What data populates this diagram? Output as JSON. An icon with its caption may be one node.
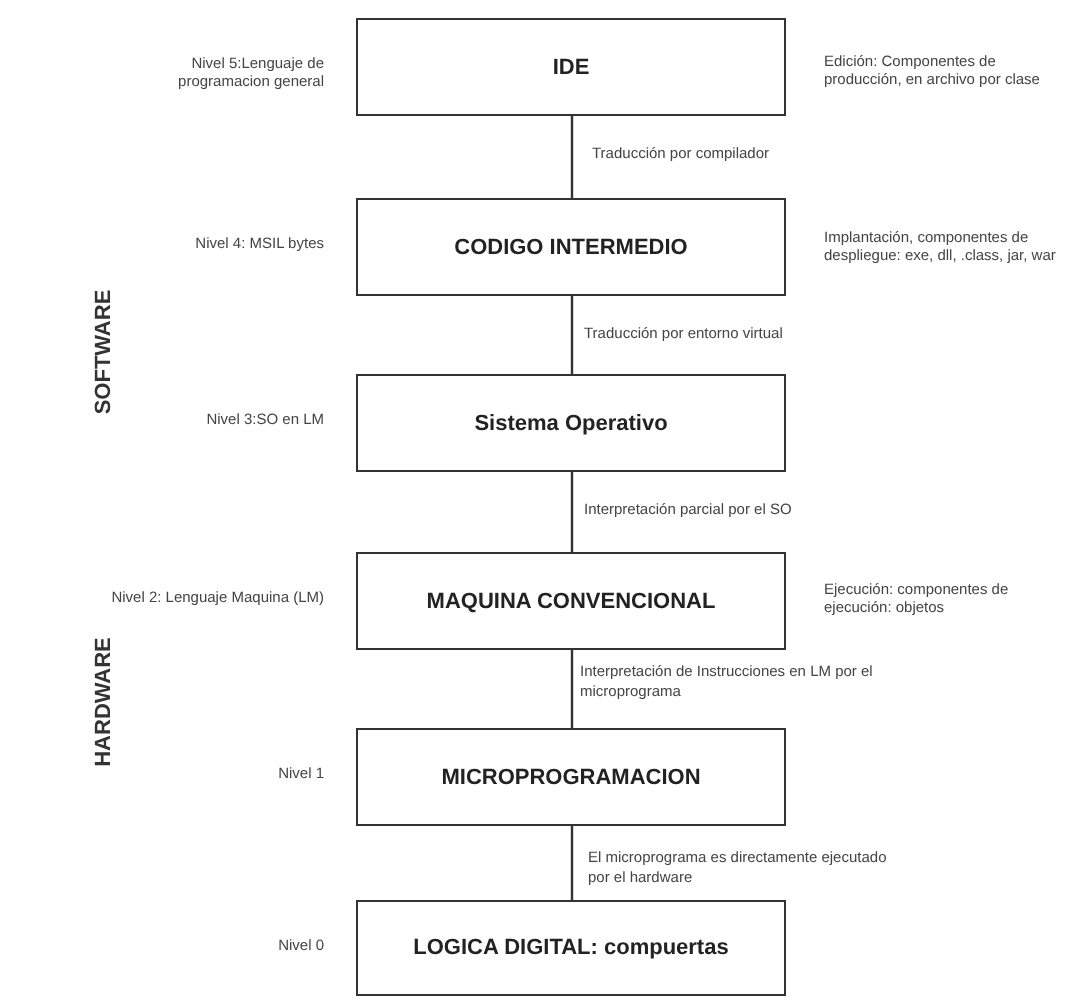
{
  "diagram": {
    "nodes": [
      {
        "text": [
          "IDE"
        ],
        "beside": [
          "Nivel 5:Lenguaje de programacion general",
          "Edición: Componentes de producción, en archivo por clase"
        ]
      },
      {
        "text": [
          "CODIGO INTERMEDIO"
        ],
        "beside": [
          "Nivel 4: MSIL bytes",
          "Implantación, componentes de despliegue: exe, dll, .class, jar, war"
        ]
      },
      {
        "text": [
          "Sistema Operativo"
        ],
        "beside": [
          "Nivel 3:SO en LM"
        ]
      },
      {
        "text": [
          "MAQUINA CONVENCIONAL"
        ],
        "beside": [
          "Nivel 2: Lenguaje Maquina (LM)",
          "Ejecución: componentes de ejecución: objetos"
        ]
      },
      {
        "text": [
          "MICROPROGRAMACION"
        ],
        "beside": [
          "Nivel 1"
        ]
      },
      {
        "text": [
          "LOGICA DIGITAL: compuertas"
        ],
        "beside": [
          "Nivel 0"
        ]
      }
    ],
    "edges": [
      {
        "from": 0,
        "to": 1,
        "arrow": "none",
        "label": "Traducción por compilador"
      },
      {
        "from": 1,
        "to": 2,
        "arrow": "none",
        "label": "Traducción por entorno virtual"
      },
      {
        "from": 2,
        "to": 3,
        "arrow": "none",
        "label": "Interpretación parcial por el SO"
      },
      {
        "from": 3,
        "to": 4,
        "arrow": "none",
        "label": "Interpretación de Instrucciones en LM por el microprograma"
      },
      {
        "from": 4,
        "to": 5,
        "arrow": "none",
        "label": "El microprograma es directamente ejecutado por el hardware"
      }
    ],
    "labels": [
      "SOFTWARE",
      "HARDWARE"
    ]
  }
}
